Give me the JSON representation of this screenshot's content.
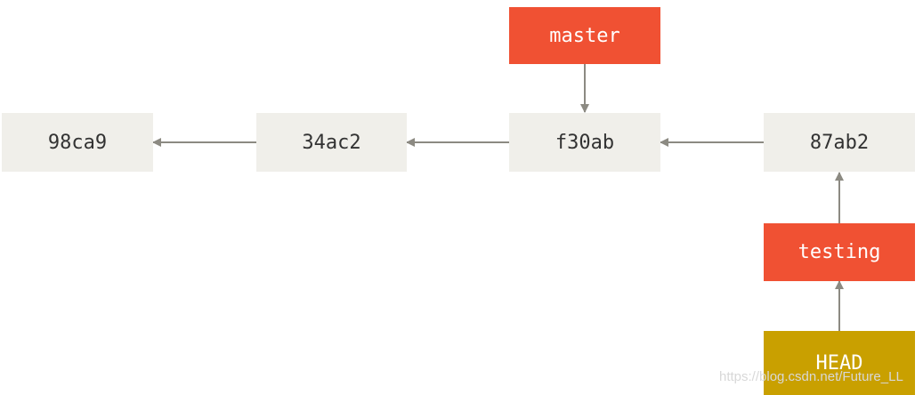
{
  "colors": {
    "commit_bg": "#f0efea",
    "commit_text": "#333333",
    "branch_bg": "#f05133",
    "head_bg": "#c9a000",
    "arrow": "#8c8a82",
    "watermark": "#d8d8d8"
  },
  "commits": {
    "c1": "98ca9",
    "c2": "34ac2",
    "c3": "f30ab",
    "c4": "87ab2"
  },
  "branches": {
    "master": "master",
    "testing": "testing"
  },
  "head": {
    "label": "HEAD"
  },
  "watermark": "https://blog.csdn.net/Future_LL"
}
